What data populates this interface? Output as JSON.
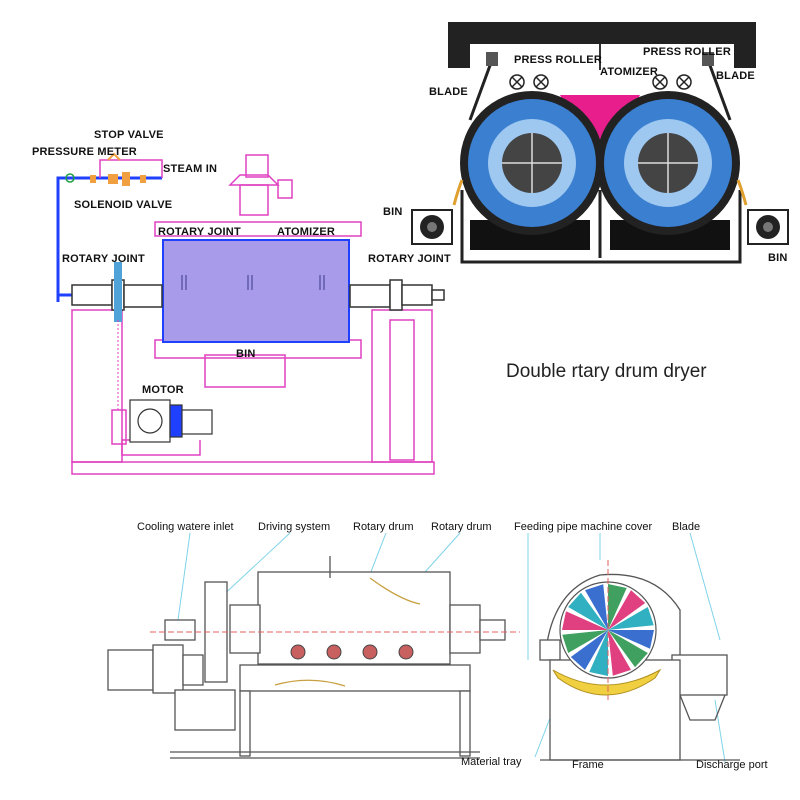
{
  "top_left": {
    "stop_valve": "STOP VALVE",
    "pressure_meter": "PRESSURE METER",
    "steam_in": "STEAM IN",
    "solenoid_valve": "SOLENOID VALVE",
    "rotary_joint_top": "ROTARY JOINT",
    "atomizer": "ATOMIZER",
    "rotary_joint_left": "ROTARY JOINT",
    "rotary_joint_right": "ROTARY JOINT",
    "bin": "BIN",
    "motor": "MOTOR"
  },
  "top_right": {
    "press_roller_left": "PRESS ROLLER",
    "press_roller_right": "PRESS ROLLER",
    "atomizer": "ATOMIZER",
    "blade_left": "BLADE",
    "blade_right": "BLADE",
    "bin_left": "BIN",
    "bin_right": "BIN"
  },
  "title": "Double rtary drum dryer",
  "bottom": {
    "cooling_inlet": "Cooling watere inlet",
    "driving_system": "Driving system",
    "rotary_drum_1": "Rotary drum",
    "rotary_drum_2": "Rotary drum",
    "feeding_pipe": "Feeding pipe machine cover",
    "blade": "Blade",
    "material_tray": "Material tray",
    "frame": "Frame",
    "discharge_port": "Discharge port"
  },
  "colors": {
    "frame_line": "#e040c0",
    "steam_pipe": "#2040ff",
    "drum_fill": "#a89bea",
    "callout_line": "#7fd3ea",
    "drum_blue": "#3a7fd0",
    "pink_material": "#e81e8c"
  }
}
